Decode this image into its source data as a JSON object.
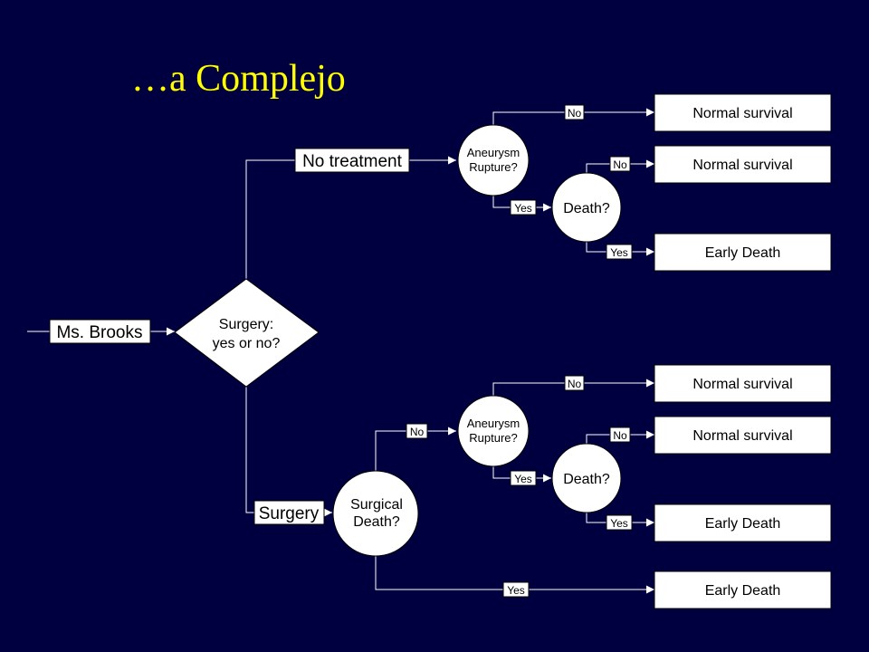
{
  "title": "…a Complejo",
  "root": "Ms. Brooks",
  "decision": [
    "Surgery:",
    "yes or no?"
  ],
  "branch_no_treatment": "No treatment",
  "branch_surgery": "Surgery",
  "rupture_node": [
    "Aneurysm",
    "Rupture?"
  ],
  "death_node": "Death?",
  "surgical_death_node": [
    "Surgical",
    "Death?"
  ],
  "label_no": "No",
  "label_yes": "Yes",
  "outcome_normal": "Normal survival",
  "outcome_early_death": "Early Death"
}
